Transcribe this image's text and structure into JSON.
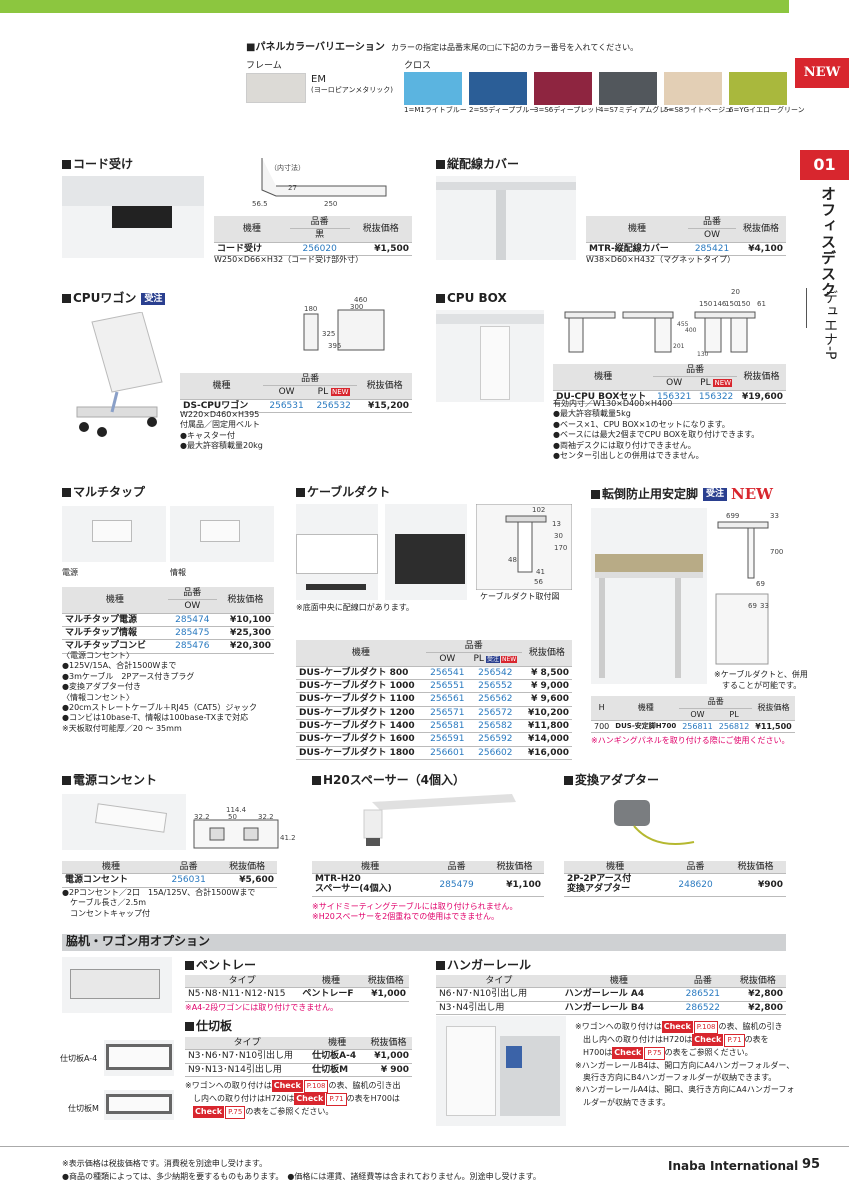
{
  "header": {
    "new_badge": "NEW",
    "section_no": "01",
    "vertical_title": "オフィスデスク",
    "vertical_sub": "デュエナ-P"
  },
  "panel_color": {
    "title": "■パネルカラーバリエーション",
    "desc": "カラーの指定は品番末尾の□に下記のカラー番号を入れてください。",
    "frame_label": "フレーム",
    "frame_code": "EM",
    "frame_name": "(ヨーロピアンメタリック)",
    "cloth_label": "クロス",
    "swatches": [
      {
        "label": "1=M1ライトブルー",
        "color": "#5bb4e0"
      },
      {
        "label": "2=S5ディープブルー",
        "color": "#2b5e97"
      },
      {
        "label": "3=S6ディープレッド",
        "color": "#8e2540"
      },
      {
        "label": "4=S7ミディアムグレー",
        "color": "#52575c"
      },
      {
        "label": "5=S8ライトベージュ",
        "color": "#e3cfb5"
      },
      {
        "label": "6=YGイエローグリーン",
        "color": "#a9b83d"
      }
    ]
  },
  "cord": {
    "title": "コード受け",
    "h1": "機種",
    "h2": "品番",
    "h3": "税抜価格",
    "sub": "黒",
    "name": "コード受け",
    "code": "256020",
    "price": "¥1,500",
    "spec": "W250×D66×H32（コード受け部外寸）",
    "d1": "（内寸法）",
    "d2": "56.5",
    "d3": "250",
    "d4": "27"
  },
  "cable_cover": {
    "title": "縦配線カバー",
    "h1": "機種",
    "h2": "品番",
    "h3": "税抜価格",
    "sub": "OW",
    "name": "MTR-縦配線カバー",
    "code": "285421",
    "price": "¥4,100",
    "spec": "W38×D60×H432（マグネットタイプ）"
  },
  "cpu_wagon": {
    "title": "CPUワゴン",
    "badge": "受注",
    "h1": "機種",
    "h2": "品番",
    "h3": "税抜価格",
    "s1": "OW",
    "s2": "PL",
    "new": "NEW",
    "name": "DS-CPUワゴン",
    "c1": "256531",
    "c2": "256532",
    "price": "¥15,200",
    "notes": [
      "W220×D460×H395",
      "付属品／固定用ベルト",
      "●キャスター付",
      "●最大許容積載量20kg"
    ],
    "dims": [
      "460",
      "300",
      "180",
      "325",
      "395"
    ]
  },
  "cpu_box": {
    "title": "CPU BOX",
    "h1": "機種",
    "h2": "品番",
    "h3": "税抜価格",
    "s1": "OW",
    "s2": "PL",
    "new": "NEW",
    "name": "DU-CPU BOXセット",
    "c1": "156321",
    "c2": "156322",
    "price": "¥19,600",
    "notes": [
      "有効内寸／W130×D400×H400",
      "●最大許容積載量5kg",
      "●ベース×1、CPU BOX×1のセットになります。",
      "●ベースには最大2個までCPU BOXを取り付けできます。",
      "●両袖デスクには取り付けできません。",
      "●センター引出しとの併用はできません。"
    ],
    "dims": [
      "20",
      "150",
      "146",
      "150",
      "150",
      "61",
      "400",
      "455",
      "201",
      "130"
    ]
  },
  "multitap": {
    "title": "マルチタップ",
    "cap1": "電源",
    "cap2": "情報",
    "h1": "機種",
    "h2": "品番",
    "h3": "税抜価格",
    "sub": "OW",
    "rows": [
      {
        "name": "マルチタップ電源",
        "code": "285474",
        "price": "¥10,100"
      },
      {
        "name": "マルチタップ情報",
        "code": "285475",
        "price": "¥25,300"
      },
      {
        "name": "マルチタップコンビ",
        "code": "285476",
        "price": "¥20,300"
      }
    ],
    "notes": [
      "〈電源コンセント〉",
      "●125V/15A、合計1500Wまで",
      "●3mケーブル　2Pアース付きプラグ",
      "●変換アダプター付き",
      "〈情報コンセント〉",
      "●20cmストレートケーブル＋RJ45（CAT5）ジャック",
      "●コンビは10base-T、情報は100base-TXまで対応",
      "※天板取付可能厚／20 ～ 35mm"
    ]
  },
  "cable_duct": {
    "title": "ケーブルダクト",
    "note1": "※底面中央に配線口があります。",
    "fig": "ケーブルダクト取付図",
    "dims": [
      "102",
      "13",
      "30",
      "170",
      "48",
      "41",
      "56"
    ],
    "h1": "機種",
    "h2": "品番",
    "h3": "税抜価格",
    "s1": "OW",
    "s2": "PL",
    "s2b": "受注",
    "new": "NEW",
    "rows": [
      {
        "name": "DUS-ケーブルダクト 800",
        "c1": "256541",
        "c2": "256542",
        "price": "¥  8,500"
      },
      {
        "name": "DUS-ケーブルダクト 1000",
        "c1": "256551",
        "c2": "256552",
        "price": "¥  9,000"
      },
      {
        "name": "DUS-ケーブルダクト 1100",
        "c1": "256561",
        "c2": "256562",
        "price": "¥  9,600"
      },
      {
        "name": "DUS-ケーブルダクト 1200",
        "c1": "256571",
        "c2": "256572",
        "price": "¥10,200"
      },
      {
        "name": "DUS-ケーブルダクト 1400",
        "c1": "256581",
        "c2": "256582",
        "price": "¥11,800"
      },
      {
        "name": "DUS-ケーブルダクト 1600",
        "c1": "256591",
        "c2": "256592",
        "price": "¥14,000"
      },
      {
        "name": "DUS-ケーブルダクト 1800",
        "c1": "256601",
        "c2": "256602",
        "price": "¥16,000"
      }
    ]
  },
  "stabilizer": {
    "title": "転倒防止用安定脚",
    "badge": "受注",
    "new": "NEW",
    "dims": [
      "699",
      "33",
      "700",
      "69",
      "69",
      "33"
    ],
    "note1": "※ケーブルダクトと、併用",
    "note2": "することが可能です。",
    "hH": "H",
    "h1": "機種",
    "h2": "品番",
    "h3": "税抜価格",
    "s1": "OW",
    "s2": "PL",
    "hval": "700",
    "name": "DUS-安定脚H700",
    "c1": "256811",
    "c2": "256812",
    "price": "¥11,500",
    "warn": "※ハンギングパネルを取り付ける際にご使用ください。"
  },
  "outlet": {
    "title": "電源コンセント",
    "dims": [
      "114.4",
      "32.2",
      "50",
      "32.2",
      "41.2"
    ],
    "h1": "機種",
    "h2": "品番",
    "h3": "税抜価格",
    "name": "電源コンセント",
    "code": "256031",
    "price": "¥5,600",
    "notes": [
      "●2Pコンセント／2口　15A/125V、合計1500Wまで",
      "ケーブル長さ／2.5m",
      "コンセントキャップ付"
    ]
  },
  "spacer": {
    "title": "H20スペーサー（4個入）",
    "h1": "機種",
    "h2": "品番",
    "h3": "税抜価格",
    "name1": "MTR-H20",
    "name2": "スペーサー(4個入)",
    "code": "285479",
    "price": "¥1,100",
    "notes": [
      "※サイドミーティングテーブルには取り付けられません。",
      "※H20スペーサーを2個重ねでの使用はできません。"
    ]
  },
  "adapter": {
    "title": "変換アダプター",
    "h1": "機種",
    "h2": "品番",
    "h3": "税抜価格",
    "name1": "2P-2Pアース付",
    "name2": "変換アダプター",
    "code": "248620",
    "price": "¥900"
  },
  "options": {
    "band": "脇机・ワゴン用オプション",
    "pen": {
      "title": "ペントレー",
      "h0": "タイプ",
      "h1": "機種",
      "h3": "税抜価格",
      "type": "N5･N8･N11･N12･N15",
      "name": "ペントレーF",
      "price": "¥1,000",
      "note": "※A4-2段ワゴンには取り付けできません。"
    },
    "divider": {
      "title": "仕切板",
      "h0": "タイプ",
      "h1": "機種",
      "h3": "税抜価格",
      "rows": [
        {
          "type": "N3･N6･N7･N10引出し用",
          "name": "仕切板A-4",
          "price": "¥1,000"
        },
        {
          "type": "N9･N13･N14引出し用",
          "name": "仕切板M",
          "price": "¥  900"
        }
      ],
      "cap1": "仕切板A-4",
      "cap2": "仕切板M",
      "note_a": "※ワゴンへの取り付けは",
      "check": "Check",
      "p1": "P.108",
      "note_b": "の表、脇机の引き出",
      "note_c": "し内への取り付けはH720は",
      "p2": "P.71",
      "note_d": "の表をH700は",
      "p3": "P.75",
      "note_e": "の表をご参照ください。"
    },
    "hanger": {
      "title": "ハンガーレール",
      "h0": "タイプ",
      "h1": "機種",
      "h2": "品番",
      "h3": "税抜価格",
      "rows": [
        {
          "type": "N6･N7･N10引出し用",
          "name": "ハンガーレール A4",
          "code": "286521",
          "price": "¥2,800"
        },
        {
          "type": "N3･N4引出し用",
          "name": "ハンガーレール B4",
          "code": "286522",
          "price": "¥2,800"
        }
      ],
      "n1a": "※ワゴンへの取り付けは",
      "n1b": "の表、脇机の引き",
      "n2a": "出し内への取り付けはH720は",
      "n2b": "の表を",
      "n3a": "H700は",
      "n3b": "の表をご参照ください。",
      "check": "Check",
      "p1": "P.108",
      "p2": "P.71",
      "p3": "P.75",
      "n4": "※ハンガーレールB4は、開口方向にA4ハンガーフォルダー、",
      "n5": "奥行き方向にB4ハンガーフォルダーが収納できます。",
      "n6": "※ハンガーレールA4は、開口、奥行き方向にA4ハンガーフォ",
      "n7": "ルダーが収納できます。"
    }
  },
  "footer": {
    "n1": "※表示価格は税抜価格です。消費税を別途申し受けます。",
    "n2": "●商品の種類によっては、多少納期を要するものもあります。　●価格には運賃、諸経費等は含まれておりません。別途申し受けます。",
    "brand": "Inaba International",
    "page": "95"
  }
}
